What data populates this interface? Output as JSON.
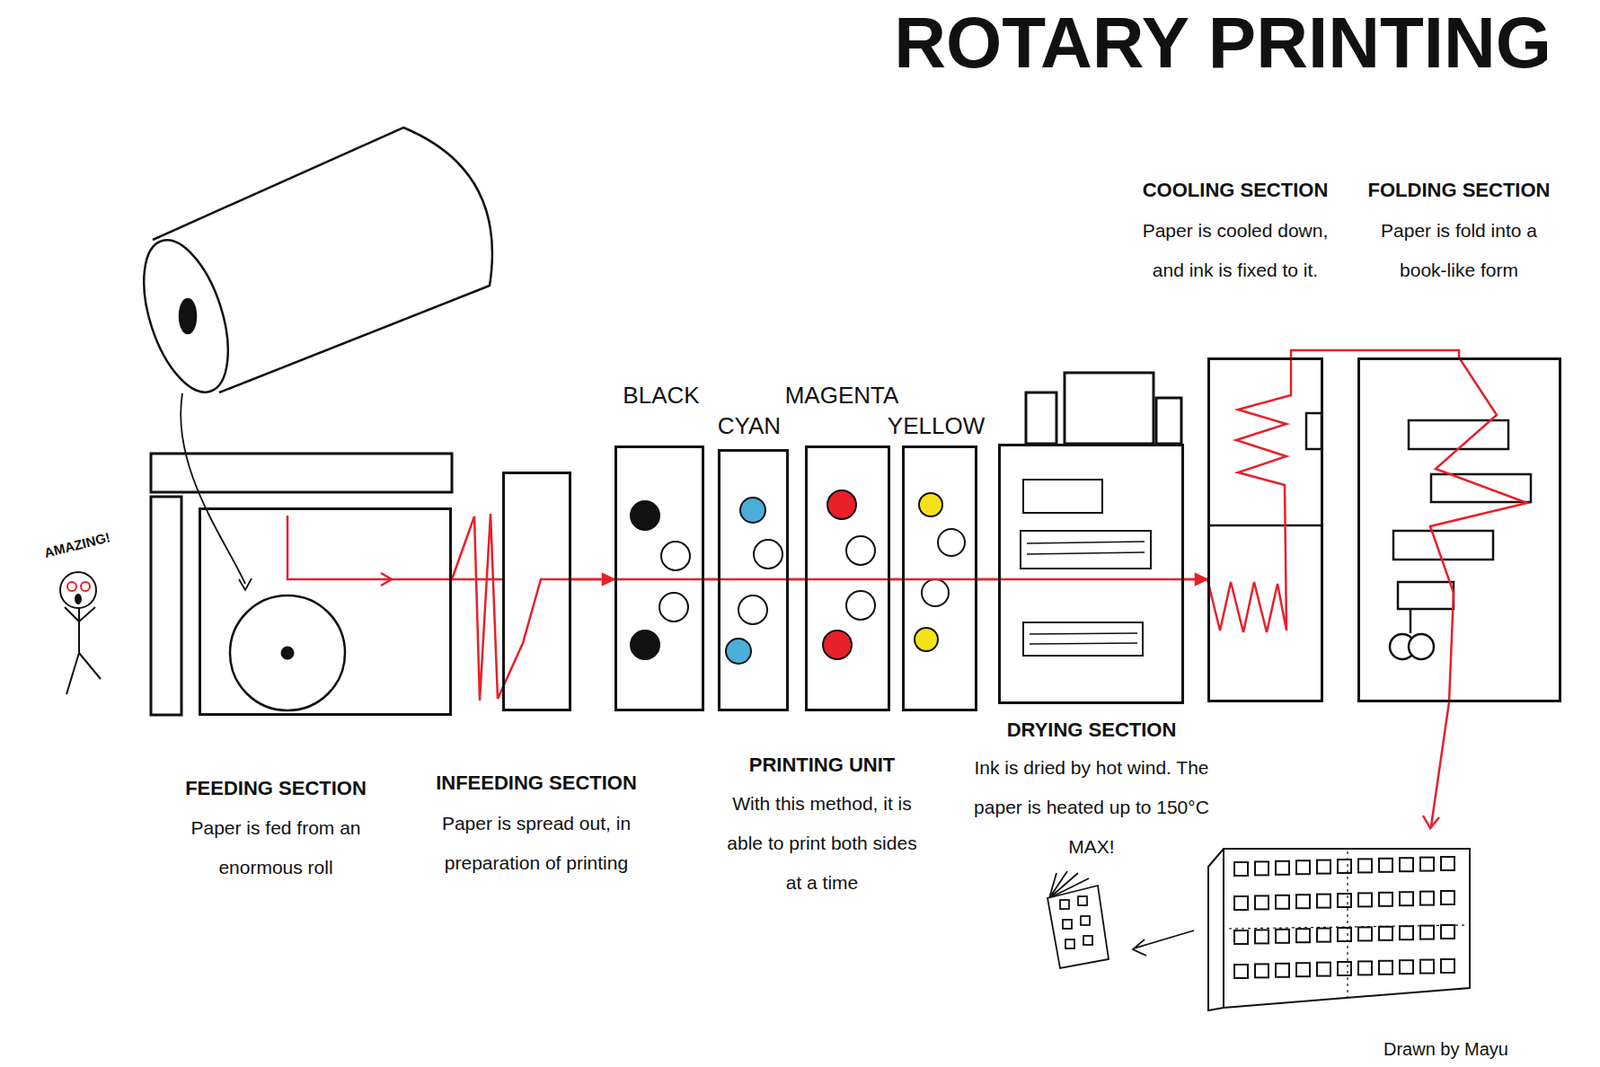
{
  "diagram": {
    "title": "ROTARY PRINTING",
    "nodes": [
      {
        "text": [
          "FEEDING SECTION",
          "Paper is fed from an enormous roll"
        ]
      },
      {
        "text": [
          "INFEEDING SECTION",
          "Paper is spread out, in preparation of printing"
        ]
      },
      {
        "text": [
          "BLACK"
        ]
      },
      {
        "text": [
          "CYAN"
        ]
      },
      {
        "text": [
          "MAGENTA"
        ]
      },
      {
        "text": [
          "YELLOW"
        ]
      },
      {
        "text": [
          "DRYING SECTION",
          "Ink is dried by hot wind. The paper is heated up to 150°C MAX!"
        ]
      },
      {
        "text": [
          "COOLING SECTION",
          "Paper is cooled down, and ink is fixed to it."
        ]
      },
      {
        "text": [
          "FOLDING SECTION",
          "Paper is fold into a book-like form"
        ]
      }
    ],
    "edges": [
      {
        "from": 0,
        "to": 1,
        "arrow": "none"
      },
      {
        "from": 1,
        "to": 2,
        "arrow": "to"
      },
      {
        "from": 2,
        "to": 3,
        "arrow": "none"
      },
      {
        "from": 3,
        "to": 4,
        "arrow": "none"
      },
      {
        "from": 4,
        "to": 5,
        "arrow": "none"
      },
      {
        "from": 5,
        "to": 6,
        "arrow": "none"
      },
      {
        "from": 6,
        "to": 7,
        "arrow": "to"
      },
      {
        "from": 7,
        "to": 8,
        "arrow": "none"
      }
    ],
    "labels": [
      "AMAZING!",
      "PRINTING UNIT",
      "With this method, it is able to print both sides at a time",
      "Drawn by Mayu"
    ]
  }
}
